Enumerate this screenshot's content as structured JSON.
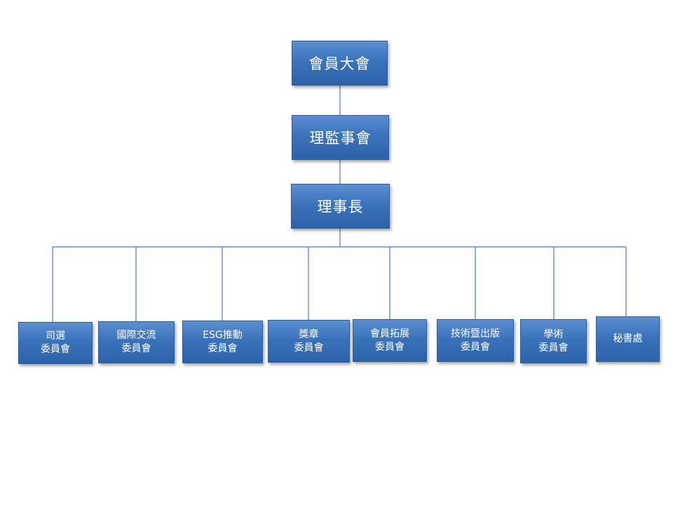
{
  "org_chart": {
    "top_levels": [
      {
        "id": "general-assembly",
        "label": "會員大會"
      },
      {
        "id": "board",
        "label": "理監事會"
      },
      {
        "id": "chairman",
        "label": "理事長"
      }
    ],
    "units": [
      {
        "id": "nomination",
        "lines": [
          "司選",
          "委員會"
        ]
      },
      {
        "id": "international",
        "lines": [
          "國際交流",
          "委員會"
        ]
      },
      {
        "id": "esg",
        "lines": [
          "ESG推動",
          "委員會"
        ]
      },
      {
        "id": "awards",
        "lines": [
          "獎章",
          "委員會"
        ]
      },
      {
        "id": "membership",
        "lines": [
          "會員拓展",
          "委員會"
        ]
      },
      {
        "id": "technology-publishing",
        "lines": [
          "技術暨出版",
          "委員會"
        ]
      },
      {
        "id": "academic",
        "lines": [
          "學術",
          "委員會"
        ]
      },
      {
        "id": "secretariat",
        "lines": [
          "秘書處"
        ]
      }
    ]
  }
}
